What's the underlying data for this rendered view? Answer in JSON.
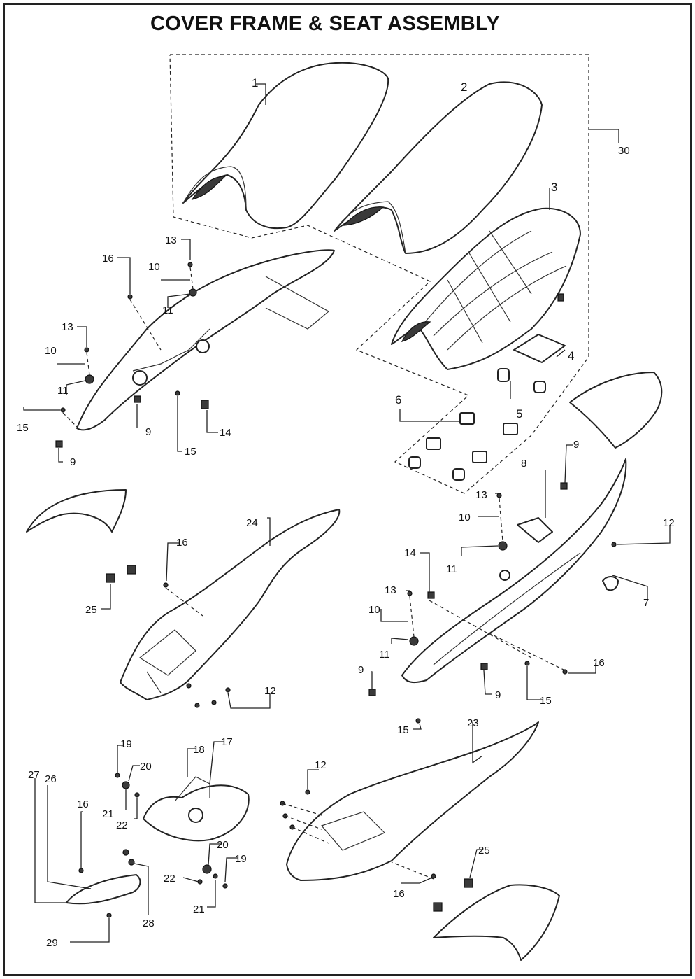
{
  "title": "COVER FRAME & SEAT ASSEMBLY",
  "callouts": [
    "1",
    "2",
    "3",
    "4",
    "5",
    "6",
    "7",
    "8",
    "9",
    "10",
    "11",
    "12",
    "13",
    "14",
    "15",
    "16",
    "17",
    "18",
    "19",
    "20",
    "21",
    "22",
    "23",
    "24",
    "25",
    "26",
    "27",
    "28",
    "29",
    "30"
  ]
}
